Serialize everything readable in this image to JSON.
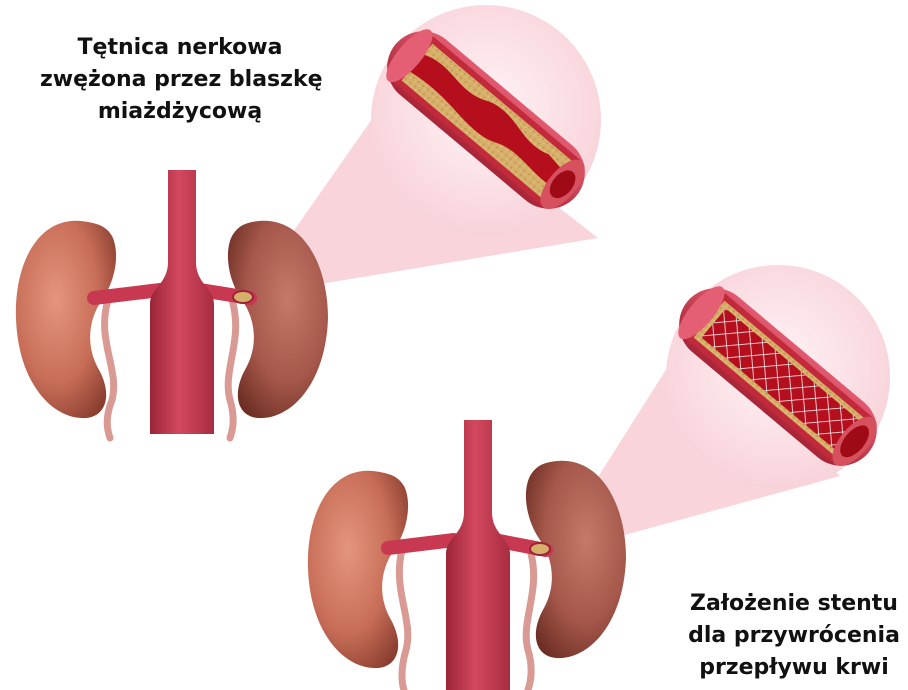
{
  "captions": {
    "narrowed": {
      "line1": "Tętnica nerkowa",
      "line2": "zwężona przez blaszkę",
      "line3": "miażdżycową"
    },
    "stent": {
      "line1": "Założenie stentu",
      "line2": "dla przywrócenia",
      "line3": "przepływu krwi"
    }
  },
  "colors": {
    "artery": "#c83850",
    "artery_dark": "#9c2438",
    "kidney": "#c86e58",
    "kidney_dark": "#8a3e30",
    "ureter": "#d99a94",
    "plaque": "#d6b06a",
    "lumen": "#b8101e",
    "zoom_circle": "#fbe1e5",
    "zoom_cone": "#f7c9d1",
    "stent_mesh": "#eeeeee"
  }
}
